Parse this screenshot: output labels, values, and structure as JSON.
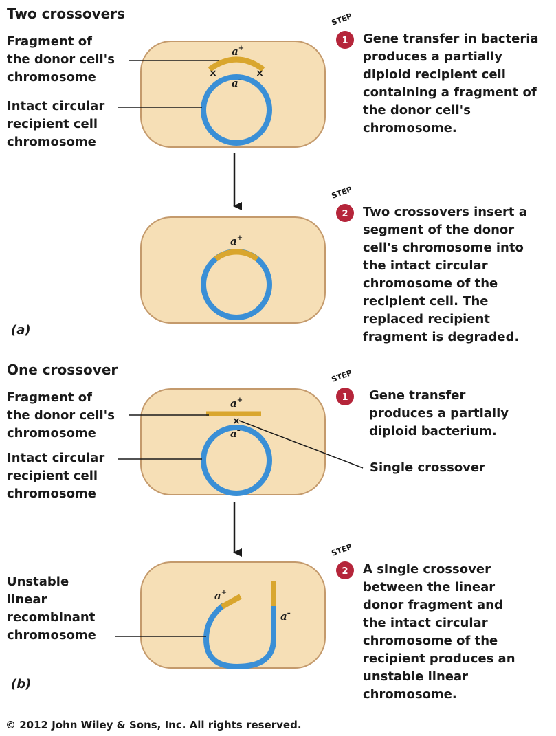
{
  "colors": {
    "cell_fill": "#f6dfb6",
    "cell_stroke": "#c49a6c",
    "recipient_chromosome": "#3a8fd6",
    "donor_fragment": "#d9a62e",
    "step_badge": "#b5253a",
    "arrow": "#1a1a1a"
  },
  "panel_a": {
    "title": "Two crossovers",
    "label_fragment": [
      "Fragment of",
      "the donor cell's",
      "chromosome"
    ],
    "label_intact": [
      "Intact circular",
      "recipient cell",
      "chromosome"
    ],
    "step1": {
      "word": "STEP",
      "number": "1",
      "text": [
        "Gene transfer in bacteria",
        "produces a partially",
        "diploid recipient cell",
        "containing a fragment of",
        "the donor cell's",
        "chromosome."
      ]
    },
    "step2": {
      "word": "STEP",
      "number": "2",
      "text": [
        "Two crossovers insert a",
        "segment of the donor",
        "cell's chromosome into",
        "the intact circular",
        "chromosome of the",
        "recipient cell. The",
        "replaced recipient",
        "fragment is degraded."
      ]
    },
    "panel_label": "(a)"
  },
  "panel_b": {
    "title": "One crossover",
    "label_fragment": [
      "Fragment of",
      "the donor cell's",
      "chromosome"
    ],
    "label_intact": [
      "Intact circular",
      "recipient cell",
      "chromosome"
    ],
    "label_single_crossover": "Single crossover",
    "label_unstable": [
      "Unstable",
      "linear",
      "recombinant",
      "chromosome"
    ],
    "step1": {
      "word": "STEP",
      "number": "1",
      "text": [
        "Gene transfer",
        "produces a partially",
        "diploid bacterium."
      ]
    },
    "step2": {
      "word": "STEP",
      "number": "2",
      "text": [
        "A single crossover",
        "between the linear",
        "donor fragment and",
        "the intact circular",
        "chromosome of the",
        "recipient produces an",
        "unstable linear",
        "chromosome."
      ]
    },
    "panel_label": "(b)"
  },
  "genes": {
    "letter": "a",
    "plus": "+",
    "minus": "–"
  },
  "crossover_mark": "×",
  "copyright": "© 2012 John Wiley & Sons, Inc. All rights reserved."
}
